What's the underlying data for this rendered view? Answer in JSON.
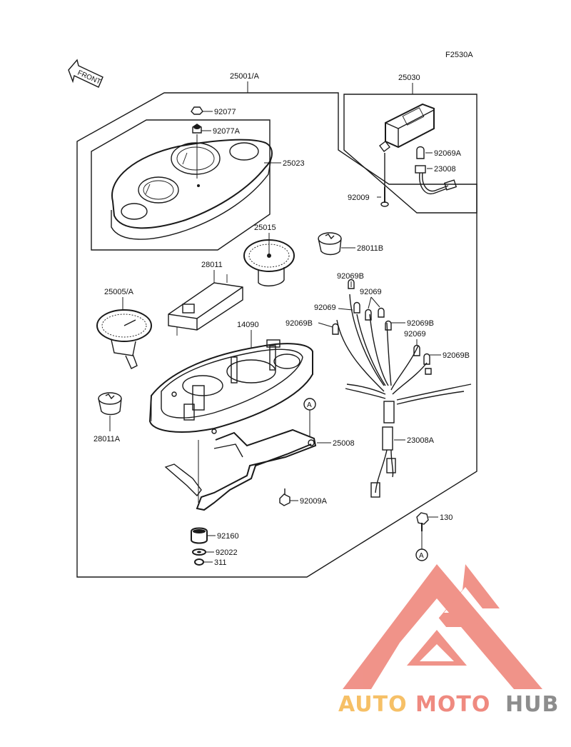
{
  "diagram": {
    "code": "F2530A",
    "front_label": "FRONT",
    "callouts": {
      "c25001": "25001/A",
      "c25030": "25030",
      "c92077": "92077",
      "c92077a": "92077A",
      "c25023": "25023",
      "c92069a": "92069A",
      "c23008": "23008",
      "c92009": "92009",
      "c25015": "25015",
      "c28011b": "28011B",
      "c28011": "28011",
      "c92069b_top": "92069B",
      "c92069_1": "92069",
      "c25005": "25005/A",
      "c92069_2": "92069",
      "c92069b_left": "92069B",
      "c92069b_right1": "92069B",
      "c92069_3": "92069",
      "c92069b_right2": "92069B",
      "c14090": "14090",
      "c28011a": "28011A",
      "c25008": "25008",
      "c23008a": "23008A",
      "c92009a": "92009A",
      "c130": "130",
      "c92160": "92160",
      "c92022": "92022",
      "c311": "311",
      "ref_a": "A"
    }
  },
  "watermark": {
    "word_part1": "AUTO",
    "word_part2": "MOTO",
    "word_part3": "HUB",
    "color_auto": "#f6c067",
    "color_moto": "#ef8a80",
    "color_hub": "#8d8d8d",
    "logo_color": "#ef8a80"
  }
}
